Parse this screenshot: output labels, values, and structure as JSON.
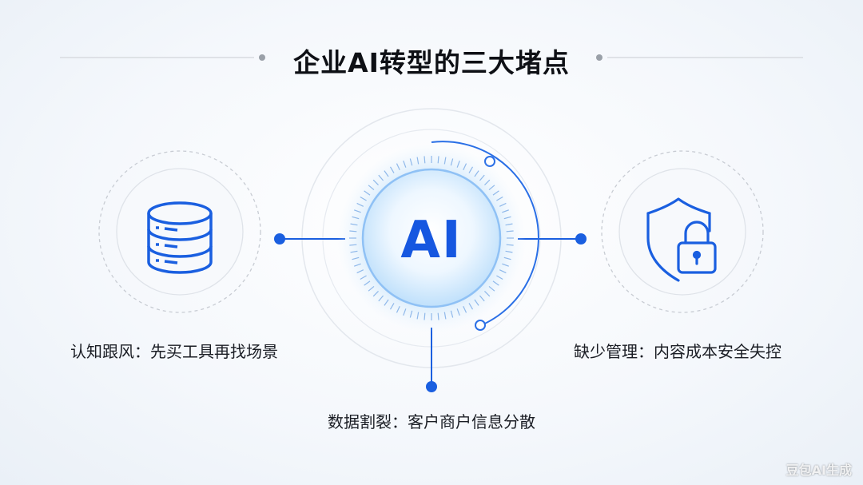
{
  "title": "企业AI转型的三大堵点",
  "center": {
    "text": "AI"
  },
  "nodes": [
    {
      "id": "left",
      "label": "认知跟风：先买工具再找场景",
      "icon": "database-icon"
    },
    {
      "id": "right",
      "label": "缺少管理：内容成本安全失控",
      "icon": "shield-lock-icon"
    },
    {
      "id": "bottom",
      "label": "数据割裂：客户商户信息分散",
      "icon": "none"
    }
  ],
  "colors": {
    "accent": "#1a5fe0",
    "accent_light": "#8fc1f5",
    "title": "#0e1015",
    "text": "#1a1d24",
    "decor_gray": "#c8ccd3"
  },
  "watermark": "豆包AI生成"
}
